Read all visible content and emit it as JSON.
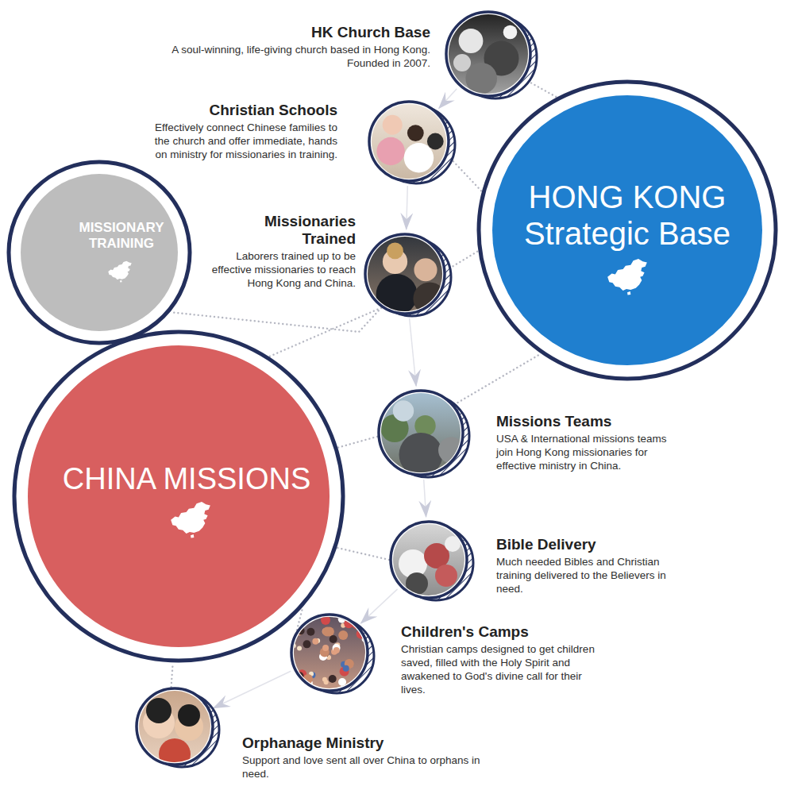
{
  "diagram": {
    "nodes": [
      {
        "text": [
          "HK Church Base",
          "A soul-winning, life-giving church based in Hong Kong. Founded in 2007."
        ]
      },
      {
        "text": [
          "Christian Schools",
          "Effectively connect Chinese families to the church and offer immediate, hands on ministry for missionaries in training."
        ]
      },
      {
        "text": [
          "HONG KONG Strategic Base"
        ]
      },
      {
        "text": [
          "MISSIONARY TRAINING"
        ]
      },
      {
        "text": [
          "Missionaries Trained",
          "Laborers trained up to be effective missionaries to reach Hong Kong and China."
        ]
      },
      {
        "text": [
          "CHINA MISSIONS"
        ]
      },
      {
        "text": [
          "Missions Teams",
          "USA & International missions teams join Hong Kong missionaries for effective ministry in China."
        ]
      },
      {
        "text": [
          "Bible Delivery",
          "Much needed Bibles and Christian training delivered to the Believers in need."
        ]
      },
      {
        "text": [
          "Children's Camps",
          "Christian camps designed to get children saved, filled with the Holy Spirit and awakened to God's divine call for their lives."
        ]
      },
      {
        "text": [
          "Orphanage Ministry",
          "Support and love sent all over China to orphans in need."
        ]
      }
    ],
    "edges": [
      {
        "from": 0,
        "to": 2,
        "arrow": "none"
      },
      {
        "from": 1,
        "to": 2,
        "arrow": "none"
      },
      {
        "from": 4,
        "to": 2,
        "arrow": "none"
      },
      {
        "from": 4,
        "to": 3,
        "arrow": "none"
      },
      {
        "from": 4,
        "to": 5,
        "arrow": "none"
      },
      {
        "from": 6,
        "to": 2,
        "arrow": "none"
      },
      {
        "from": 6,
        "to": 5,
        "arrow": "none"
      },
      {
        "from": 7,
        "to": 5,
        "arrow": "none"
      },
      {
        "from": 8,
        "to": 5,
        "arrow": "none"
      },
      {
        "from": 9,
        "to": 5,
        "arrow": "none"
      },
      {
        "from": 0,
        "to": 1,
        "arrow": "to"
      },
      {
        "from": 1,
        "to": 4,
        "arrow": "to"
      },
      {
        "from": 4,
        "to": 6,
        "arrow": "to"
      },
      {
        "from": 6,
        "to": 7,
        "arrow": "to"
      },
      {
        "from": 7,
        "to": 8,
        "arrow": "to"
      },
      {
        "from": 8,
        "to": 9,
        "arrow": "to"
      }
    ]
  }
}
